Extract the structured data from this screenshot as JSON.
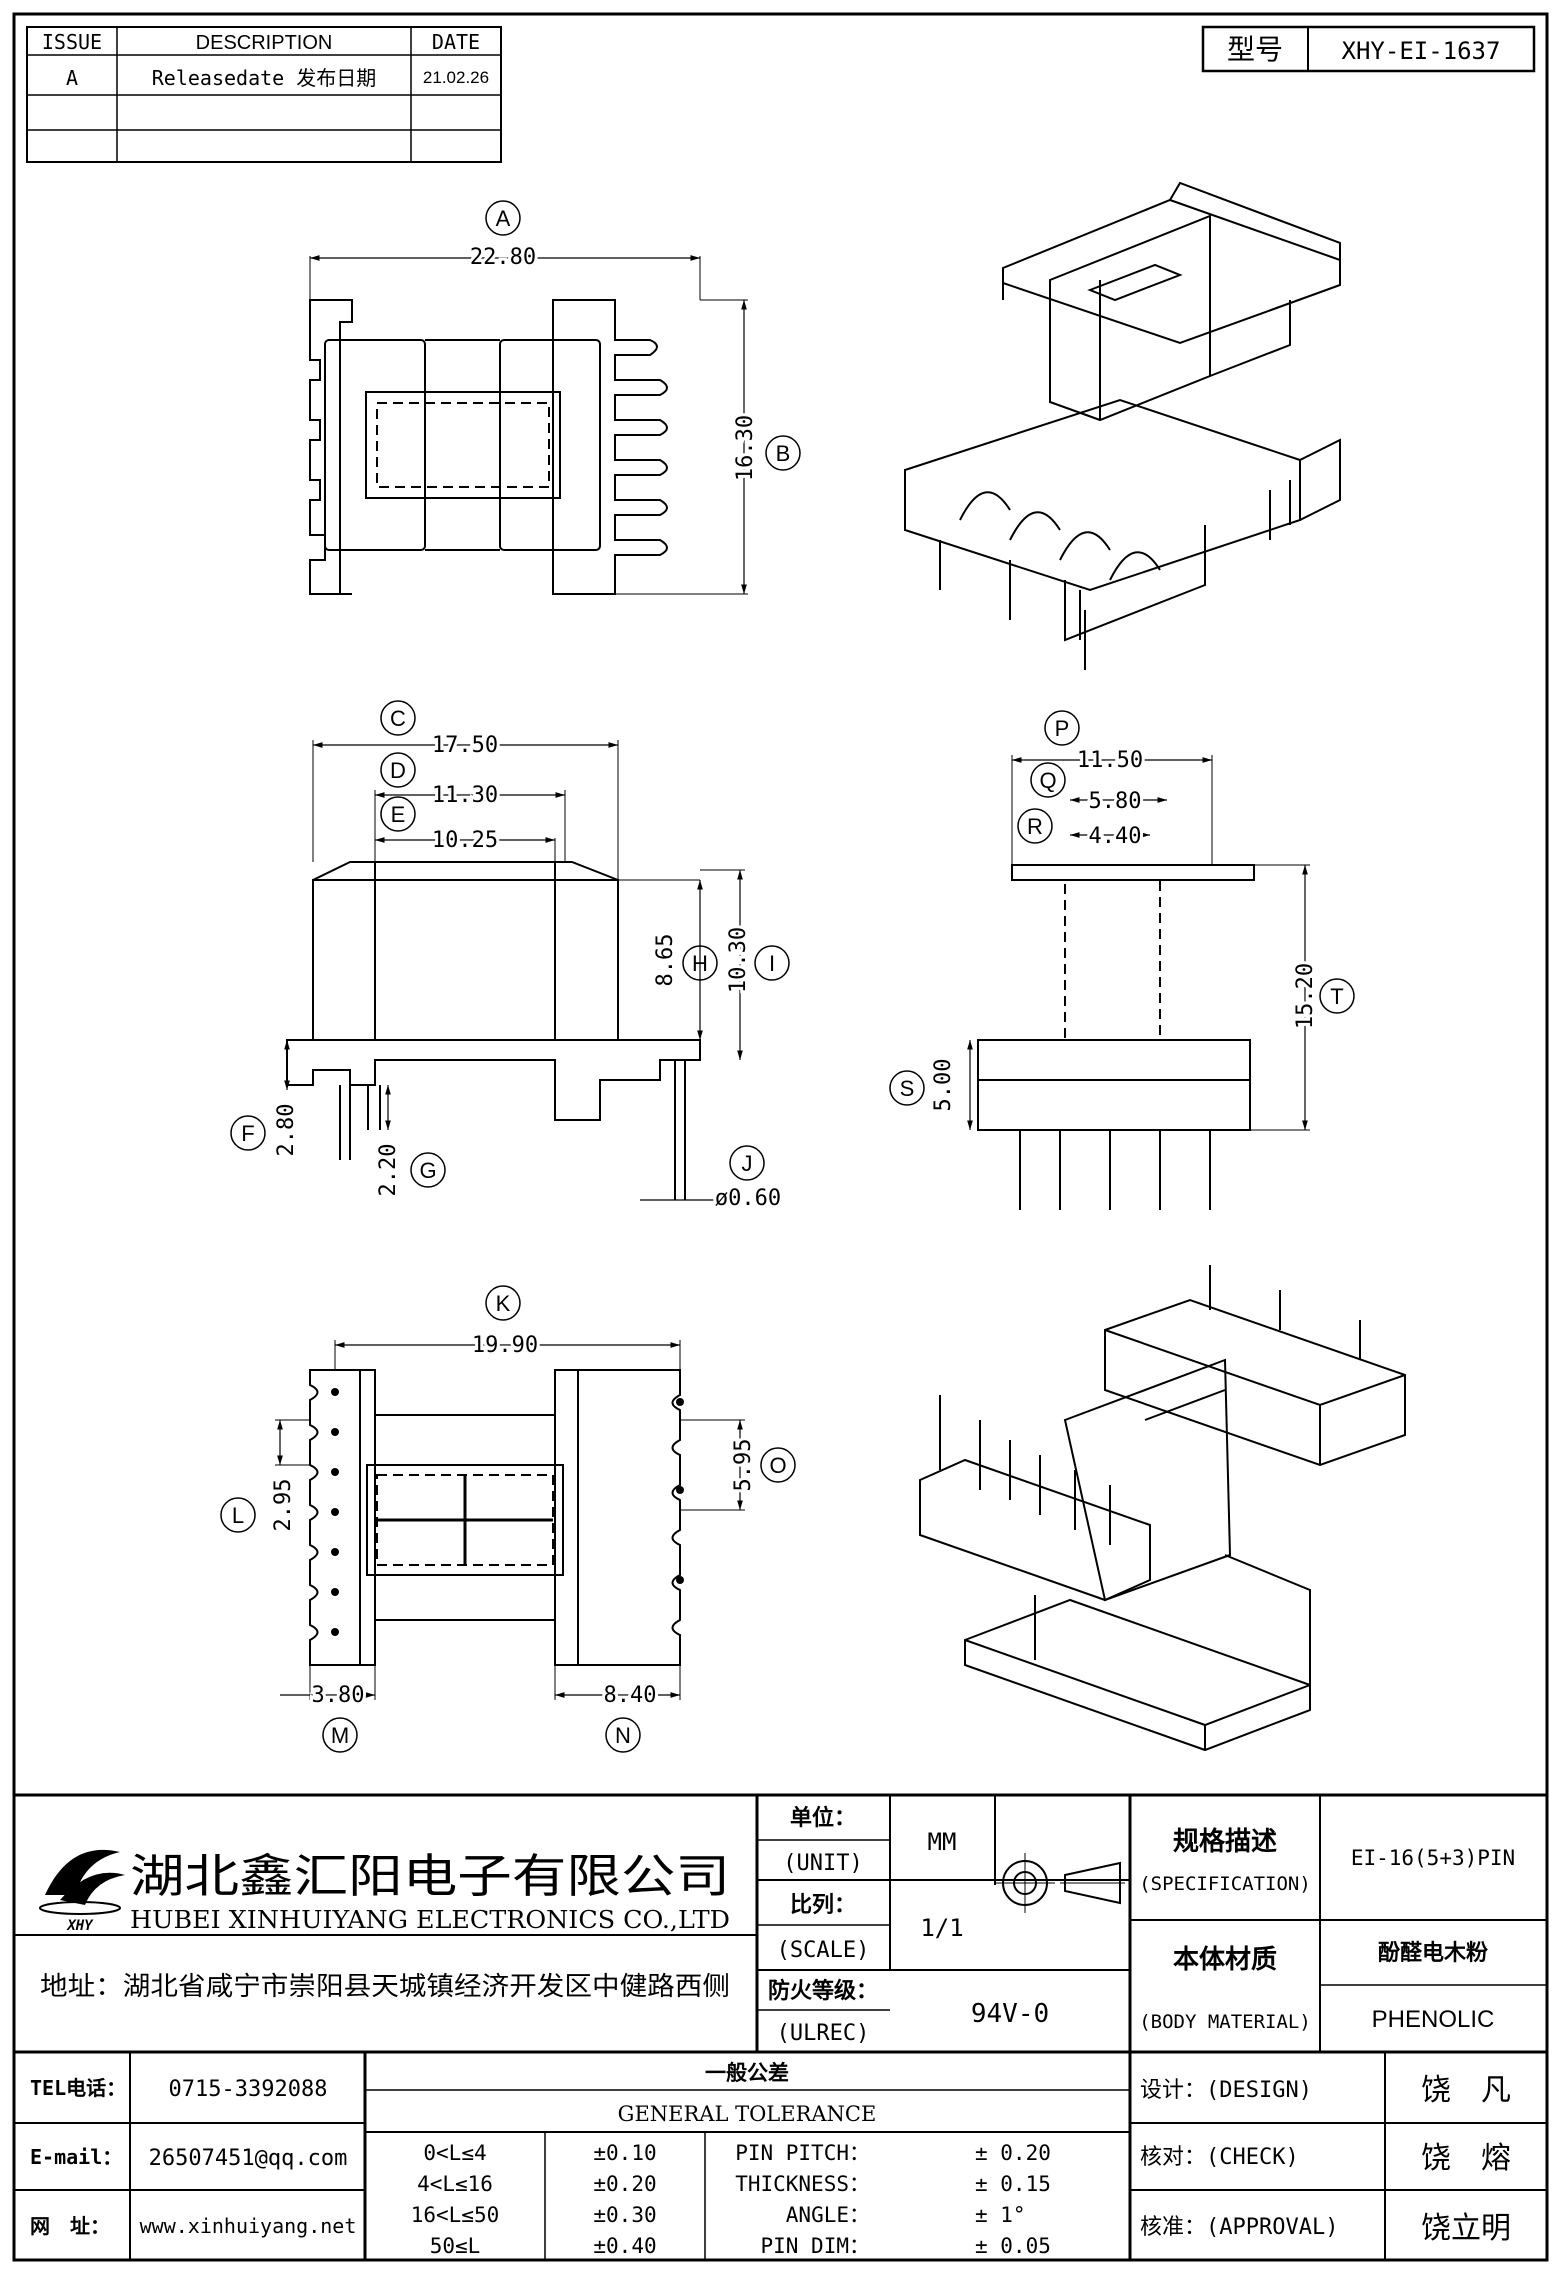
{
  "revision_table": {
    "headers": [
      "ISSUE",
      "DESCRIPTION",
      "DATE"
    ],
    "rows": [
      [
        "A",
        "Releasedate 发布日期",
        "21.02.26"
      ],
      [
        "",
        "",
        ""
      ],
      [
        "",
        "",
        ""
      ]
    ]
  },
  "model": {
    "label": "型号",
    "value": "XHY-EI-1637"
  },
  "top_view": {
    "A_label": "A",
    "A_value": "22.80",
    "B_label": "B",
    "B_value": "16.30"
  },
  "front_view": {
    "C_label": "C",
    "C_value": "17.50",
    "D_label": "D",
    "D_value": "11.30",
    "E_label": "E",
    "E_value": "10.25",
    "H_label": "H",
    "H_value": "8.65",
    "I_label": "I",
    "I_value": "10.30",
    "F_label": "F",
    "F_value": "2.80",
    "G_label": "G",
    "G_value": "2.20",
    "J_label": "J",
    "J_value": "ø0.60"
  },
  "side_view": {
    "P_label": "P",
    "P_value": "11.50",
    "Q_label": "Q",
    "Q_value": "5.80",
    "R_label": "R",
    "R_value": "4.40",
    "S_label": "S",
    "S_value": "5.00",
    "T_label": "T",
    "T_value": "15.20"
  },
  "bottom_view": {
    "K_label": "K",
    "K_value": "19.90",
    "L_label": "L",
    "L_value": "2.95",
    "O_label": "O",
    "O_value": "5.95",
    "M_label": "M",
    "M_value": "3.80",
    "N_label": "N",
    "N_value": "8.40"
  },
  "company": {
    "logo_text": "XHY",
    "name_cn": "湖北鑫汇阳电子有限公司",
    "name_en": "HUBEI XINHUIYANG ELECTRONICS CO.,LTD",
    "address": "地址：湖北省咸宁市崇阳县天城镇经济开发区中健路西侧"
  },
  "spec": {
    "unit_cn": "单位：",
    "unit_en": "(UNIT)",
    "unit_value": "MM",
    "scale_cn": "比列：",
    "scale_en": "(SCALE)",
    "scale_value": "1/1",
    "fire_cn": "防火等级：",
    "fire_en": "(ULREC)",
    "fire_value": "94V-0",
    "spec_cn": "规格描述",
    "spec_en": "(SPECIFICATION)",
    "spec_value": "EI-16(5+3)PIN",
    "material_cn": "本体材质",
    "material_en": "(BODY MATERIAL)",
    "material_value_cn": "酚醛电木粉",
    "material_value_en": "PHENOLIC"
  },
  "contact": {
    "tel_label": "TEL电话：",
    "tel": "0715-3392088",
    "email_label": "E-mail：",
    "email": "26507451@qq.com",
    "web_label": "网　址：",
    "web": "www.xinhuiyang.net"
  },
  "tolerance": {
    "title_cn": "一般公差",
    "title_en": "GENERAL TOLERANCE",
    "ranges": [
      [
        "0<L≤4",
        "±0.10"
      ],
      [
        "4<L≤16",
        "±0.20"
      ],
      [
        "16<L≤50",
        "±0.30"
      ],
      [
        "50≤L",
        "±0.40"
      ]
    ],
    "pin": [
      [
        "PIN PITCH：",
        "± 0.20"
      ],
      [
        "THICKNESS：",
        "± 0.15"
      ],
      [
        "ANGLE：",
        "± 1°"
      ],
      [
        "PIN DIM：",
        "± 0.05"
      ]
    ]
  },
  "approval": {
    "design_label": "设计：(DESIGN)",
    "design_name": "饶　凡",
    "check_label": "核对：(CHECK)",
    "check_name": "饶　熔",
    "approval_label": "核准：(APPROVAL)",
    "approval_name": "饶立明"
  }
}
